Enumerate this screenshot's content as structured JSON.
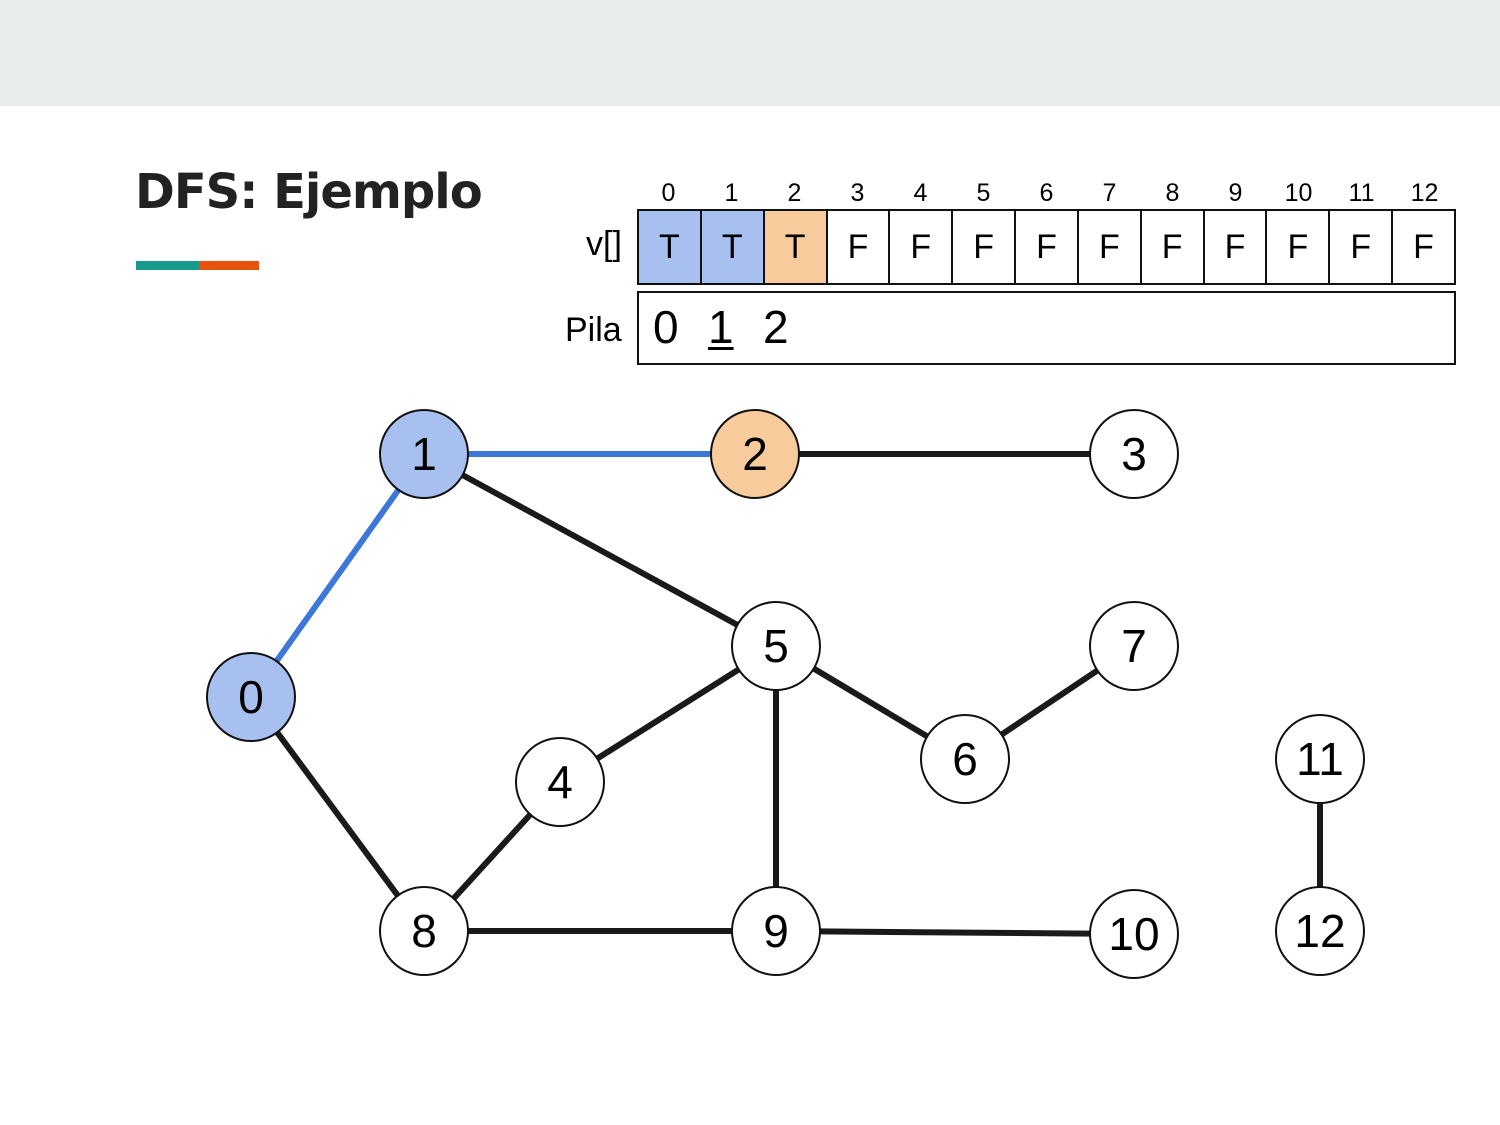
{
  "slide": {
    "title": "DFS: Ejemplo",
    "accent_colors": [
      "#179a8c",
      "#e8540f"
    ]
  },
  "visited_array": {
    "label": "v[]",
    "indices": [
      "0",
      "1",
      "2",
      "3",
      "4",
      "5",
      "6",
      "7",
      "8",
      "9",
      "10",
      "11",
      "12"
    ],
    "values": [
      "T",
      "T",
      "T",
      "F",
      "F",
      "F",
      "F",
      "F",
      "F",
      "F",
      "F",
      "F",
      "F"
    ],
    "cell_states": [
      "visited",
      "visited",
      "current",
      "none",
      "none",
      "none",
      "none",
      "none",
      "none",
      "none",
      "none",
      "none",
      "none"
    ]
  },
  "stack": {
    "label": "Pila",
    "items": [
      "0",
      "1",
      "2"
    ],
    "underlined_item": "1"
  },
  "colors": {
    "visited": "#a7c0ef",
    "current": "#f7cb9c",
    "unvisited": "#ffffff",
    "traversed_edge": "#3d78d8",
    "edge": "#1a1a1a",
    "top_band": "#e9ecec"
  },
  "graph": {
    "nodes": [
      {
        "id": "0",
        "state": "visited"
      },
      {
        "id": "1",
        "state": "visited"
      },
      {
        "id": "2",
        "state": "current"
      },
      {
        "id": "3",
        "state": "unvisited"
      },
      {
        "id": "4",
        "state": "unvisited"
      },
      {
        "id": "5",
        "state": "unvisited"
      },
      {
        "id": "6",
        "state": "unvisited"
      },
      {
        "id": "7",
        "state": "unvisited"
      },
      {
        "id": "8",
        "state": "unvisited"
      },
      {
        "id": "9",
        "state": "unvisited"
      },
      {
        "id": "10",
        "state": "unvisited"
      },
      {
        "id": "11",
        "state": "unvisited"
      },
      {
        "id": "12",
        "state": "unvisited"
      }
    ],
    "edges": [
      {
        "from": "0",
        "to": "1",
        "traversed": true
      },
      {
        "from": "1",
        "to": "2",
        "traversed": true
      },
      {
        "from": "2",
        "to": "3",
        "traversed": false
      },
      {
        "from": "1",
        "to": "5",
        "traversed": false
      },
      {
        "from": "0",
        "to": "8",
        "traversed": false
      },
      {
        "from": "5",
        "to": "4",
        "traversed": false
      },
      {
        "from": "5",
        "to": "6",
        "traversed": false
      },
      {
        "from": "5",
        "to": "9",
        "traversed": false
      },
      {
        "from": "6",
        "to": "7",
        "traversed": false
      },
      {
        "from": "4",
        "to": "8",
        "traversed": false
      },
      {
        "from": "8",
        "to": "9",
        "traversed": false
      },
      {
        "from": "9",
        "to": "10",
        "traversed": false
      },
      {
        "from": "11",
        "to": "12",
        "traversed": false
      }
    ]
  }
}
